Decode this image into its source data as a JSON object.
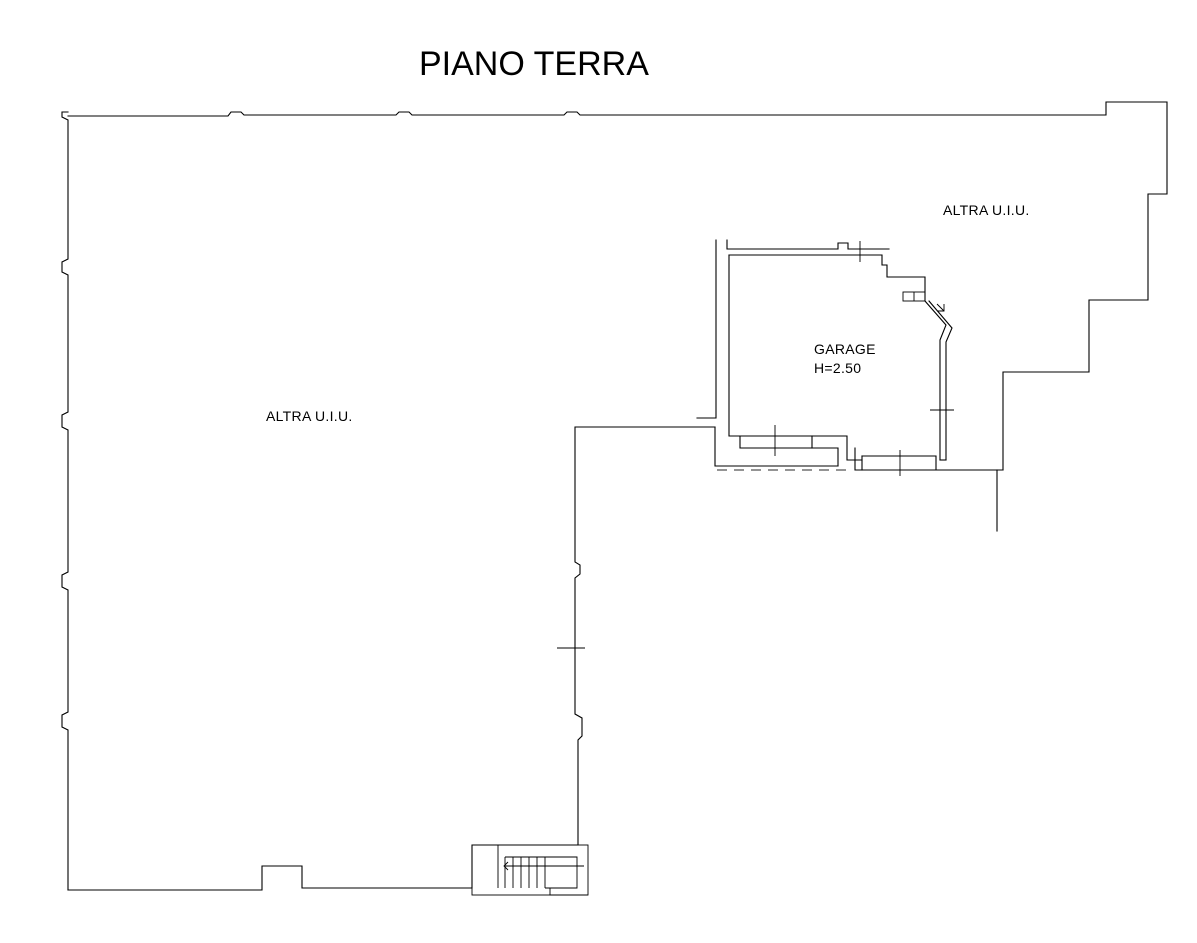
{
  "title": "PIANO TERRA",
  "rooms": {
    "main_left": {
      "label": "ALTRA U.I.U."
    },
    "top_right": {
      "label": "ALTRA U.I.U."
    },
    "garage": {
      "label": "GARAGE",
      "height_label": "H=2.50"
    }
  },
  "colors": {
    "line": "#000000",
    "background": "#ffffff",
    "dashed_line": "#555555"
  }
}
